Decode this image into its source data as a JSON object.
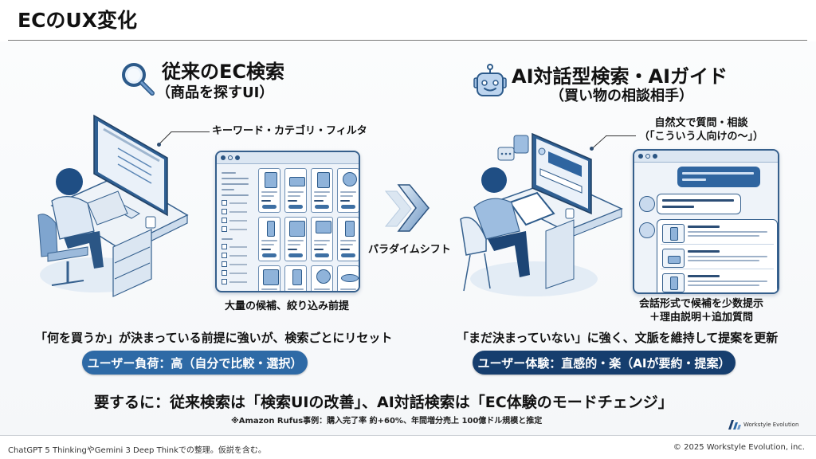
{
  "header": {
    "title": "ECのUX変化"
  },
  "left": {
    "icon": "magnifier-icon",
    "title": "従来のEC検索",
    "subtitle": "（商品を探すUI）",
    "callout_top": "キーワード・カテゴリ・フィルタ",
    "callout_bottom": "大量の候補、絞り込み前提",
    "lead": "「何を買うか」が決まっている前提に強いが、検索ごとにリセット",
    "pill": "ユーザー負荷：高（自分で比較・選択）"
  },
  "center": {
    "icon": "double-chevron-right-icon",
    "label": "パラダイムシフト"
  },
  "right": {
    "icon": "robot-icon",
    "title": "AI対話型検索・AIガイド",
    "subtitle": "（買い物の相談相手）",
    "callout_top_line1": "自然文で質問・相談",
    "callout_top_line2": "（「こういう人向けの〜」）",
    "callout_bottom_line1": "会話形式で候補を少数提示",
    "callout_bottom_line2": "＋理由説明＋追加質問",
    "lead": "「まだ決まっていない」に強く、文脈を維持して提案を更新",
    "pill": "ユーザー体験：直感的・楽（AIが要約・提案）"
  },
  "summary": {
    "text": "要するに：従来検索は「検索UIの改善」、AI対話検索は「EC体験のモードチェンジ」",
    "note": "※Amazon Rufus事例：購入完了率 約+60%、年間増分売上 100億ドル規模と推定"
  },
  "brand": {
    "logo_text": "Workstyle Evolution"
  },
  "footer": {
    "left": "ChatGPT 5 ThinkingやGemini 3 Deep Thinkでの整理。仮説を含む。",
    "right": "© 2025 Workstyle Evolution, inc."
  },
  "colors": {
    "pill_left": "#2e6aa6",
    "pill_right": "#163e6e",
    "illustration_blue": "#35608e",
    "illustration_light": "#c9daee"
  }
}
